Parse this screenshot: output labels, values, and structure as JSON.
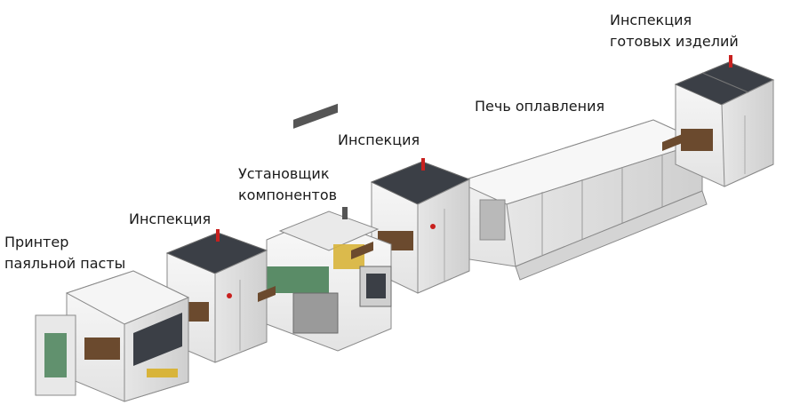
{
  "labels": {
    "printer": [
      "Принтер",
      "паяльной пасты"
    ],
    "inspection_1": [
      "Инспекция"
    ],
    "placer": [
      "Установщик",
      "компонентов"
    ],
    "inspection_2": [
      "Инспекция"
    ],
    "oven": [
      "Печь оплавления"
    ],
    "final_inspection": [
      "Инспекция",
      "готовых изделий"
    ]
  },
  "colors": {
    "machine_body": "#f2f2f2",
    "machine_side": "#dcdcdc",
    "machine_outline": "#8a8a8a",
    "window_dark": "#3b3f46",
    "conveyor": "#6b4a2e",
    "board_green": "#3f7a4f",
    "accent_red": "#c8201e",
    "part_yellow": "#d8b43a"
  }
}
